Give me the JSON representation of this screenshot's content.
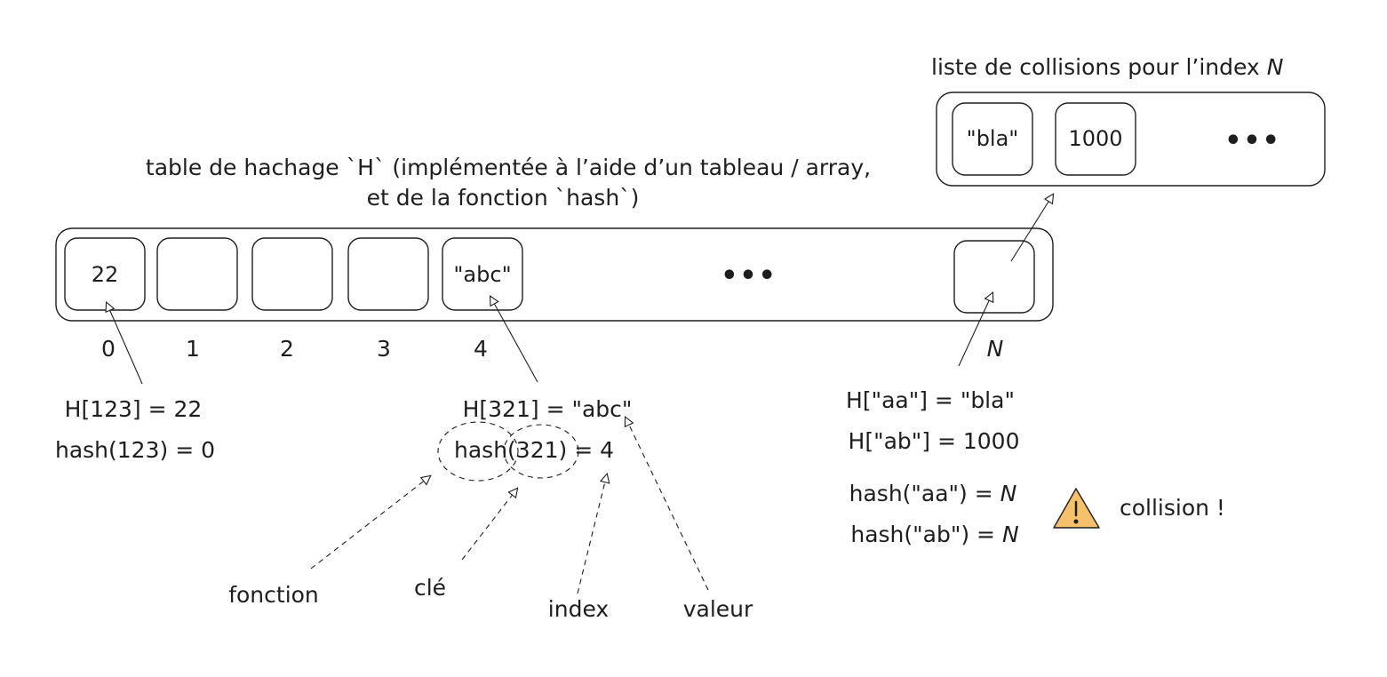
{
  "title": {
    "line1": "table de hachage `H` (implémentée à l’aide d’un tableau / array,",
    "line2": "et de la fonction `hash`)"
  },
  "table": {
    "cells": [
      "22",
      "",
      "",
      "",
      "\"abc\""
    ],
    "ellipsis": "•••",
    "indices": [
      "0",
      "1",
      "2",
      "3",
      "4"
    ],
    "last_index": "N"
  },
  "collision_list": {
    "title_prefix": "liste de collisions pour l’index ",
    "title_var": "N",
    "items": [
      "\"bla\"",
      "1000"
    ],
    "ellipsis": "•••"
  },
  "example_left": {
    "line1": "H[123] = 22",
    "line2": "hash(123) = 0"
  },
  "example_mid": {
    "line1": "H[321] = \"abc\"",
    "hash_fn": "hash",
    "hash_arg": "(321)",
    "hash_result": " = 4"
  },
  "annotations": {
    "fonction": "fonction",
    "cle": "clé",
    "index": "index",
    "valeur": "valeur"
  },
  "example_right": {
    "line1": "H[\"aa\"] = \"bla\"",
    "line2": "H[\"ab\"] = 1000",
    "line3_prefix": "hash(\"aa\") = ",
    "line4_prefix": "hash(\"ab\") = ",
    "var": "N",
    "collision_label": "collision !"
  },
  "colors": {
    "stroke": "#1e1e1e",
    "warning_fill": "#f5c26b",
    "background": "#ffffff"
  },
  "icons": {
    "warning": "warning-triangle-icon"
  }
}
